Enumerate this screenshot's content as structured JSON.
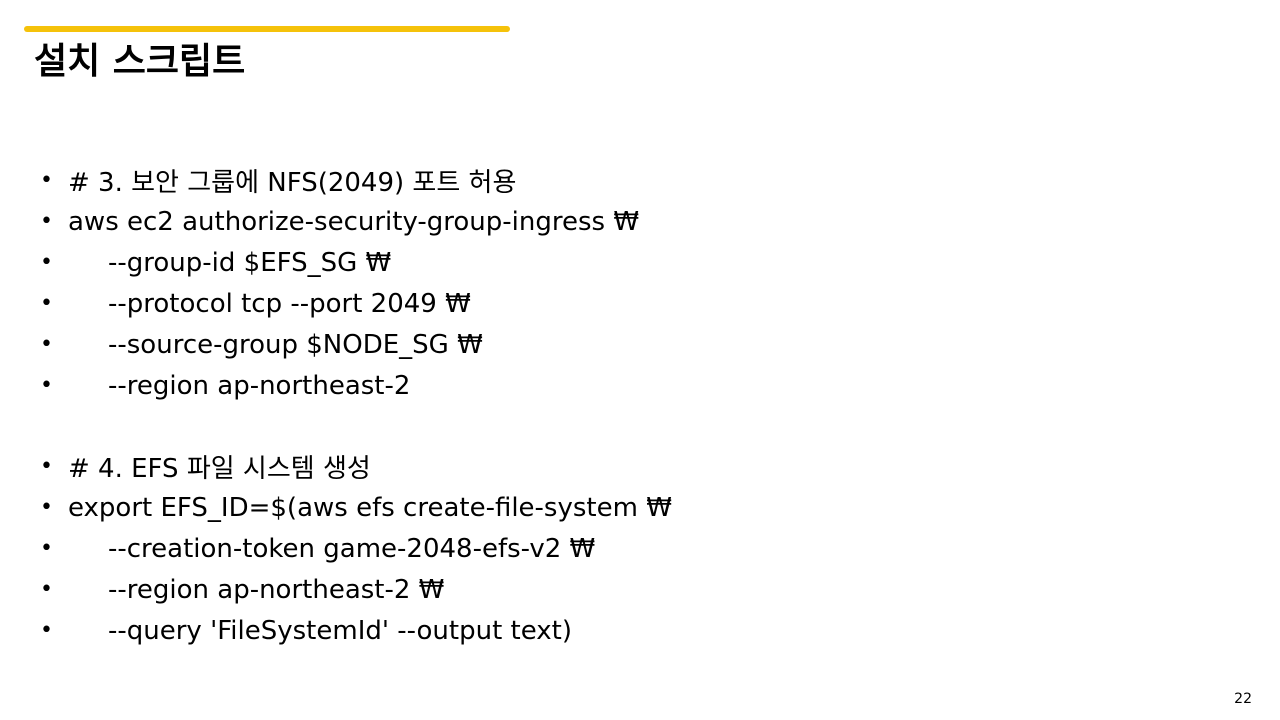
{
  "slide": {
    "title": "설치 스크립트",
    "accent_color": "#F5C20A",
    "page_number": "22"
  },
  "bullets": [
    {
      "symbol": "•",
      "text": "# 3. 보안 그룹에 NFS(2049) 포트 허용"
    },
    {
      "symbol": "•",
      "text": "aws ec2 authorize-security-group-ingress ₩"
    },
    {
      "symbol": "•",
      "text": "--group-id $EFS_SG ₩"
    },
    {
      "symbol": "•",
      "text": "--protocol tcp --port 2049 ₩"
    },
    {
      "symbol": "•",
      "text": "--source-group $NODE_SG ₩"
    },
    {
      "symbol": "•",
      "text": "--region ap-northeast-2"
    },
    {
      "symbol": "•",
      "text": "# 4. EFS 파일 시스템 생성"
    },
    {
      "symbol": "•",
      "text": "export EFS_ID=$(aws efs create-file-system ₩"
    },
    {
      "symbol": "•",
      "text": "--creation-token game-2048-efs-v2 ₩"
    },
    {
      "symbol": "•",
      "text": "--region ap-northeast-2 ₩"
    },
    {
      "symbol": "•",
      "text": "--query 'FileSystemId' --output text)"
    }
  ]
}
